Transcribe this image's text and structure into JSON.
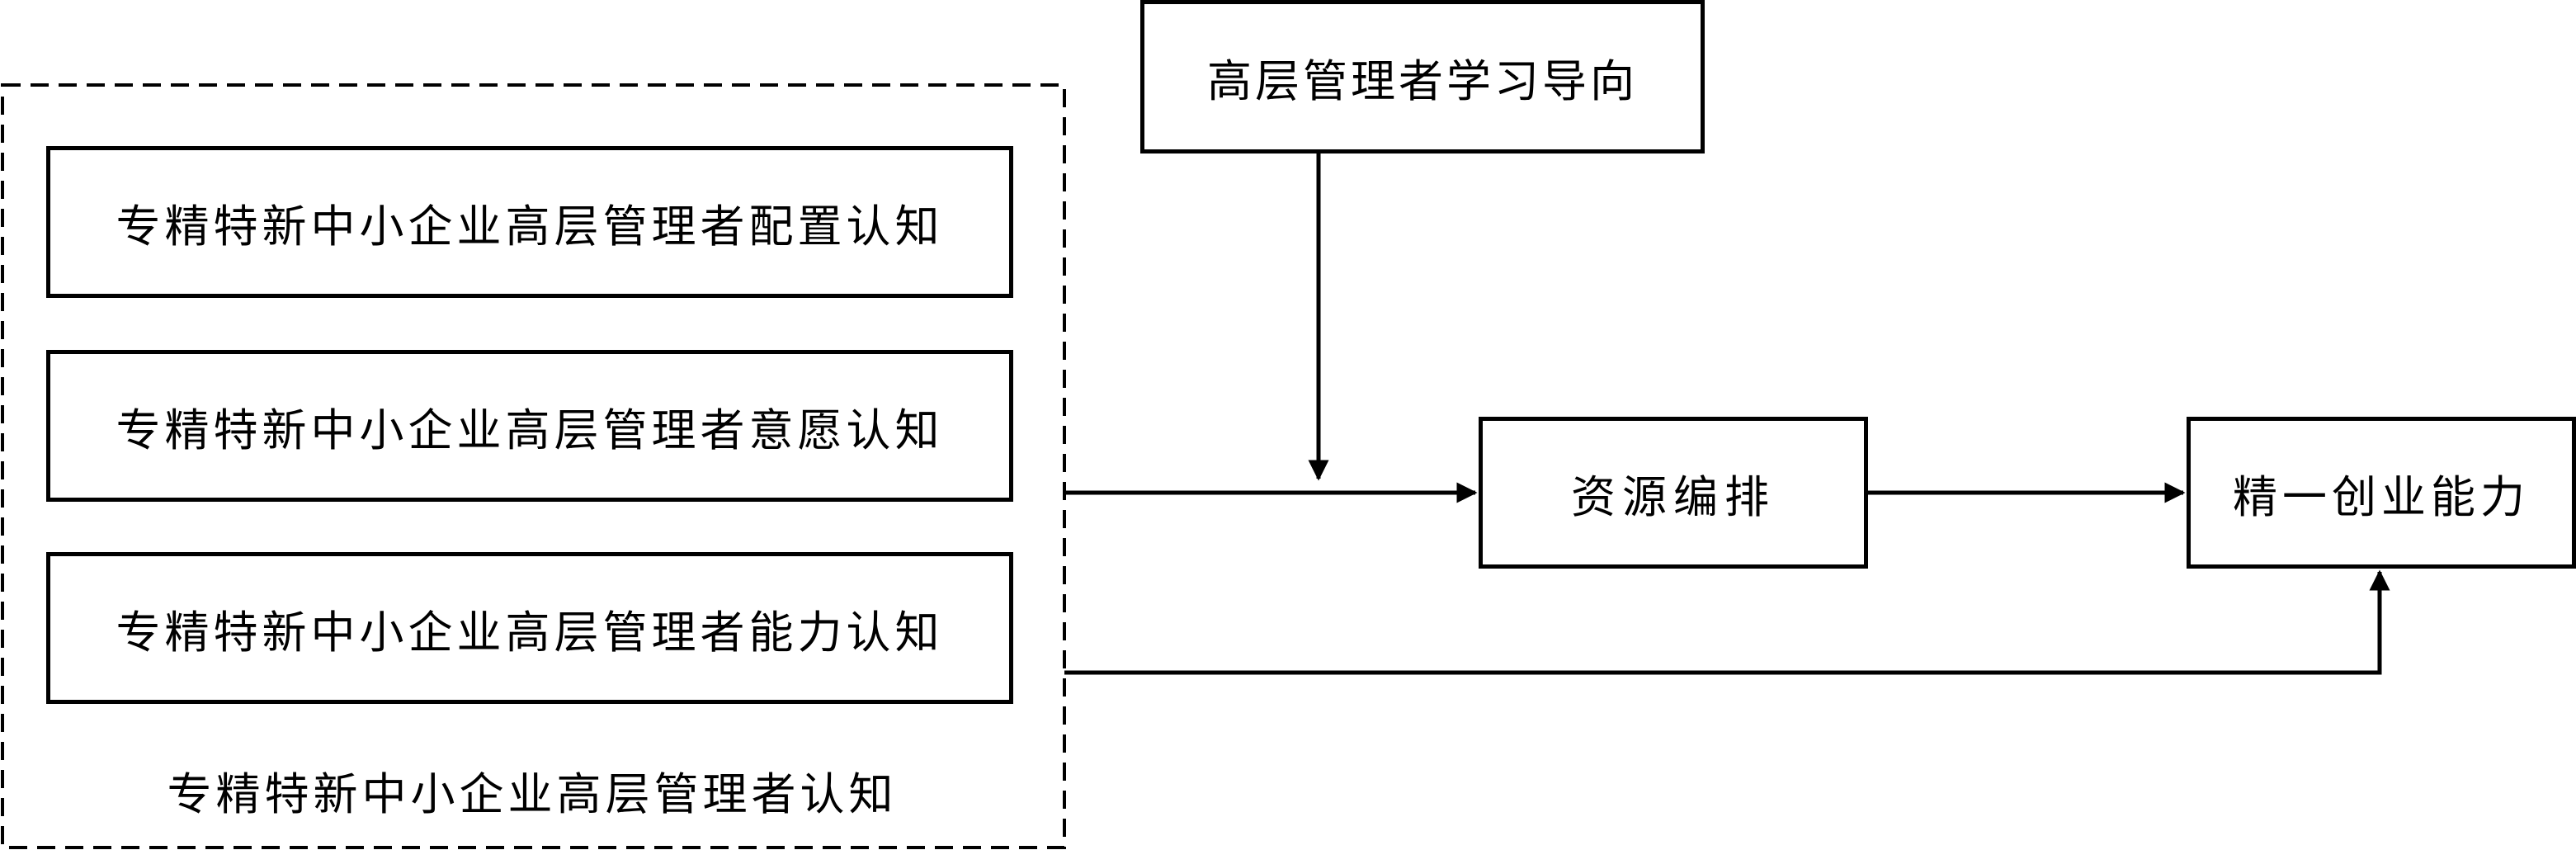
{
  "group": {
    "label": "专精特新中小企业高层管理者认知",
    "items": [
      {
        "label": "专精特新中小企业高层管理者配置认知"
      },
      {
        "label": "专精特新中小企业高层管理者意愿认知"
      },
      {
        "label": "专精特新中小企业高层管理者能力认知"
      }
    ]
  },
  "moderator": {
    "label": "高层管理者学习导向"
  },
  "mediator": {
    "label": "资源编排"
  },
  "outcome": {
    "label": "精一创业能力"
  },
  "colors": {
    "stroke": "#000000",
    "background": "#ffffff"
  }
}
